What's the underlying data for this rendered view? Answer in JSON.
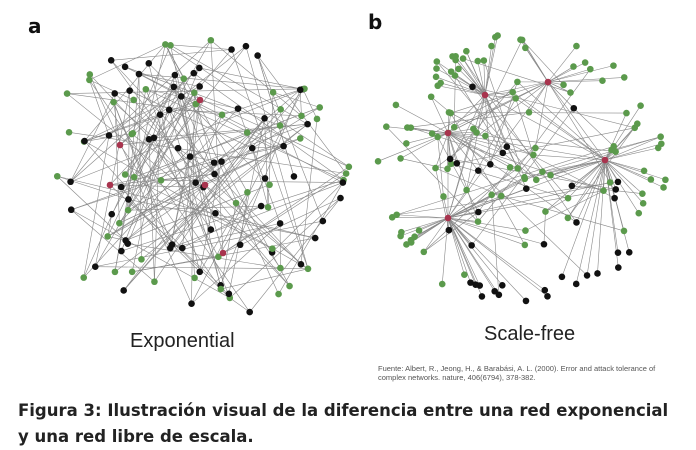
{
  "panels": [
    {
      "letter": "a",
      "caption": "Exponential"
    },
    {
      "letter": "b",
      "caption": "Scale-free"
    }
  ],
  "source": "Fuente: Albert, R., Jeong, H., & Barabási, A. L. (2000). Error and attack tolerance of complex networks. nature, 406(6794), 378-382.",
  "figure_caption": "Figura 3: Ilustración visual de la diferencia entre una red exponencial y una red libre de escala.",
  "colors": {
    "node_black": "#111111",
    "node_green": "#5b9a4c",
    "node_hub": "#a8344e",
    "edge": "#888888"
  }
}
